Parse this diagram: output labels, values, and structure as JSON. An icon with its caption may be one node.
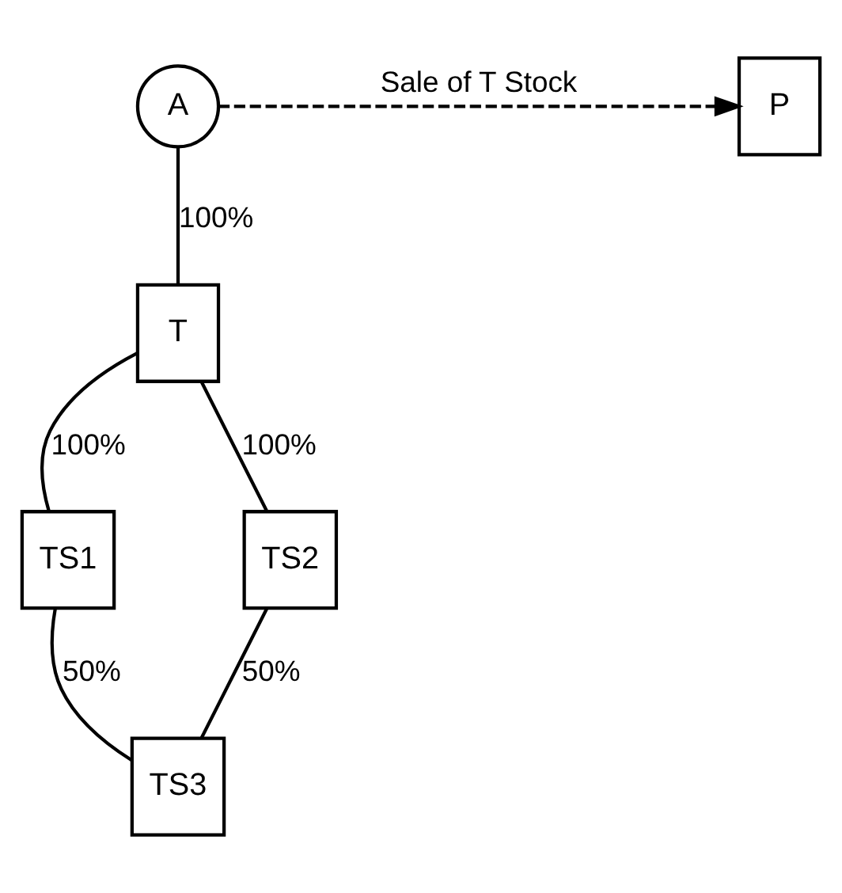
{
  "diagram": {
    "nodes": [
      {
        "text": [
          "A"
        ]
      },
      {
        "text": [
          "P"
        ]
      },
      {
        "text": [
          "T"
        ]
      },
      {
        "text": [
          "TS1"
        ]
      },
      {
        "text": [
          "TS2"
        ]
      },
      {
        "text": [
          "TS3"
        ]
      }
    ],
    "edges": [
      {
        "from": 0,
        "to": 1,
        "arrow": "to",
        "label": "Sale of T Stock",
        "style": "dashed"
      },
      {
        "from": 0,
        "to": 2,
        "arrow": "none",
        "label": "100%"
      },
      {
        "from": 2,
        "to": 3,
        "arrow": "none",
        "label": "100%"
      },
      {
        "from": 2,
        "to": 4,
        "arrow": "none",
        "label": "100%"
      },
      {
        "from": 3,
        "to": 5,
        "arrow": "none",
        "label": "50%"
      },
      {
        "from": 4,
        "to": 5,
        "arrow": "none",
        "label": "50%"
      }
    ]
  }
}
